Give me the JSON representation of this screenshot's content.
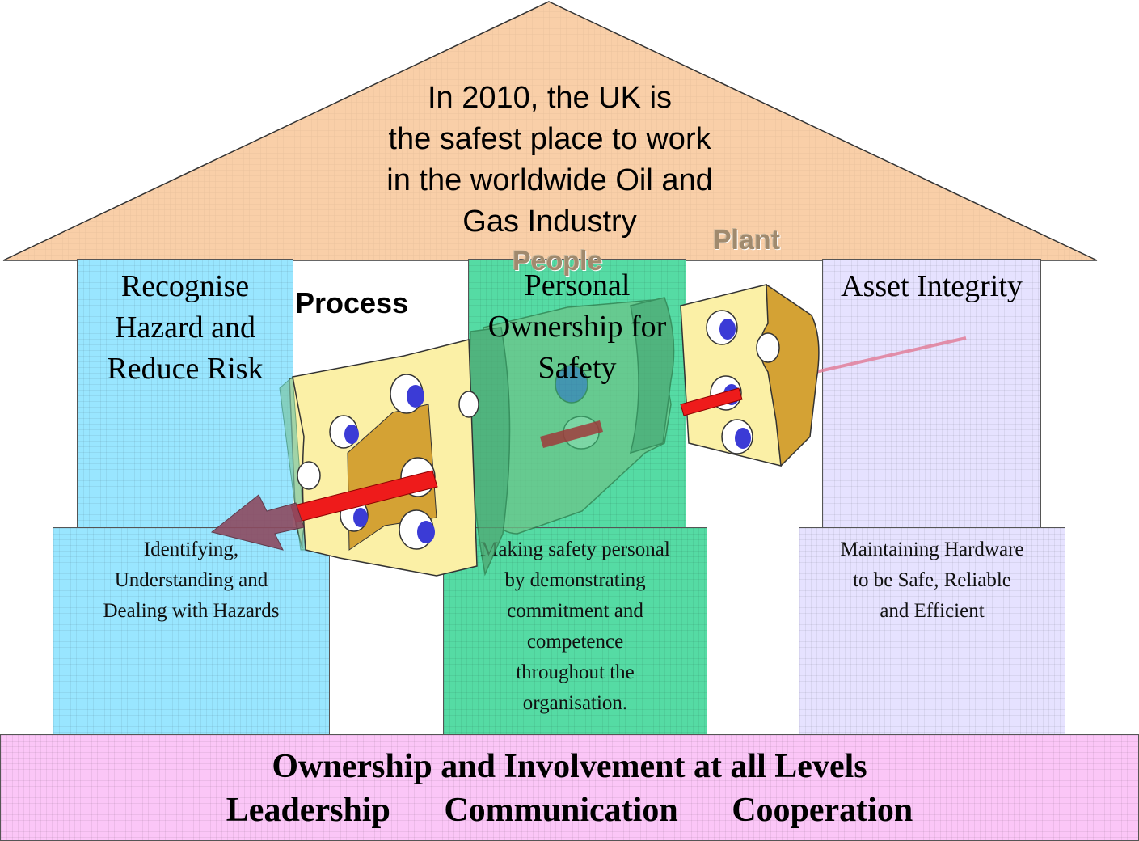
{
  "roof": {
    "lines": [
      "In 2010, the UK is",
      "the safest place to work",
      "in the worldwide Oil and",
      "Gas Industry"
    ],
    "color": "#f9cfa8"
  },
  "pillars": [
    {
      "title_lines": [
        "Recognise",
        "Hazard and",
        "Reduce Risk"
      ],
      "description_lines": [
        "Identifying,",
        "Understanding and",
        "Dealing with Hazards"
      ],
      "color": "#99e6ff"
    },
    {
      "title_lines": [
        "Personal",
        "Ownership for",
        "Safety"
      ],
      "description_lines": [
        "Making safety personal",
        "by demonstrating",
        "commitment and",
        "competence",
        "throughout the",
        "organisation."
      ],
      "color": "#55dba4"
    },
    {
      "title_lines": [
        "Asset Integrity"
      ],
      "description_lines": [
        "Maintaining Hardware",
        "to be Safe, Reliable",
        "and Efficient"
      ],
      "color": "#e6e2ff"
    }
  ],
  "slice_labels": {
    "process": "Process",
    "people": "People",
    "plant": "Plant"
  },
  "base": {
    "line1": "Ownership and Involvement at all Levels",
    "line2": [
      "Leadership",
      "Communication",
      "Cooperation"
    ],
    "color": "#fbc6f7"
  },
  "colors": {
    "cheese": "#fbf0a6",
    "cheese_side": "#d4a234",
    "hole": "#3b3bd6",
    "arrow": "#ee1b1b",
    "arrow_head": "#8c4a60"
  }
}
